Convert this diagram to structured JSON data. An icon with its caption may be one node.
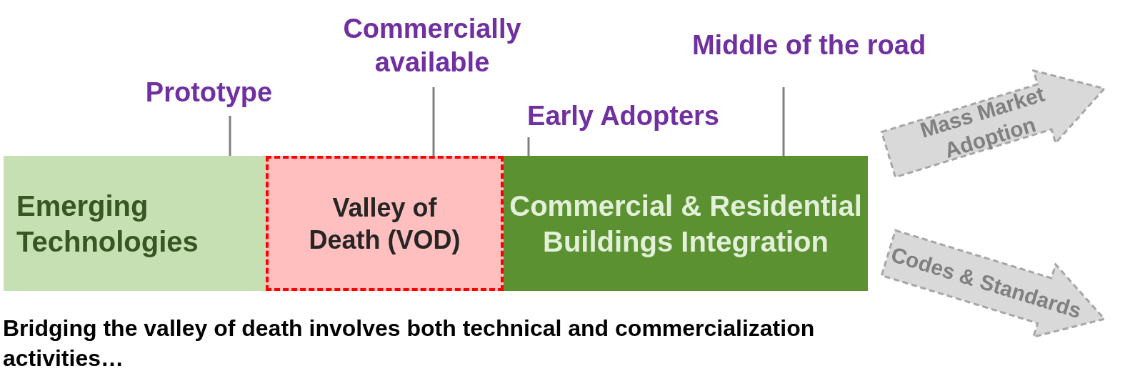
{
  "diagram": {
    "caption": "Bridging the valley of death involves both technical and commercialization activities…",
    "nodes": [
      {
        "text": [
          "Prototype"
        ]
      },
      {
        "text": [
          "Commercially available"
        ]
      },
      {
        "text": [
          "Early Adopters"
        ]
      },
      {
        "text": [
          "Middle of the road"
        ]
      },
      {
        "text": [
          "Emerging Technologies"
        ]
      },
      {
        "text": [
          "Valley of Death (VOD)"
        ]
      },
      {
        "text": [
          "Commercial & Residential Buildings Integration"
        ]
      },
      {
        "text": [
          "Mass Market Adoption"
        ]
      },
      {
        "text": [
          "Codes & Standards"
        ]
      }
    ],
    "edges": [
      {
        "from": 0,
        "to": 4,
        "arrow": "none"
      },
      {
        "from": 1,
        "to": 5,
        "arrow": "none"
      },
      {
        "from": 2,
        "to": 6,
        "arrow": "none"
      },
      {
        "from": 3,
        "to": 6,
        "arrow": "none"
      }
    ]
  }
}
